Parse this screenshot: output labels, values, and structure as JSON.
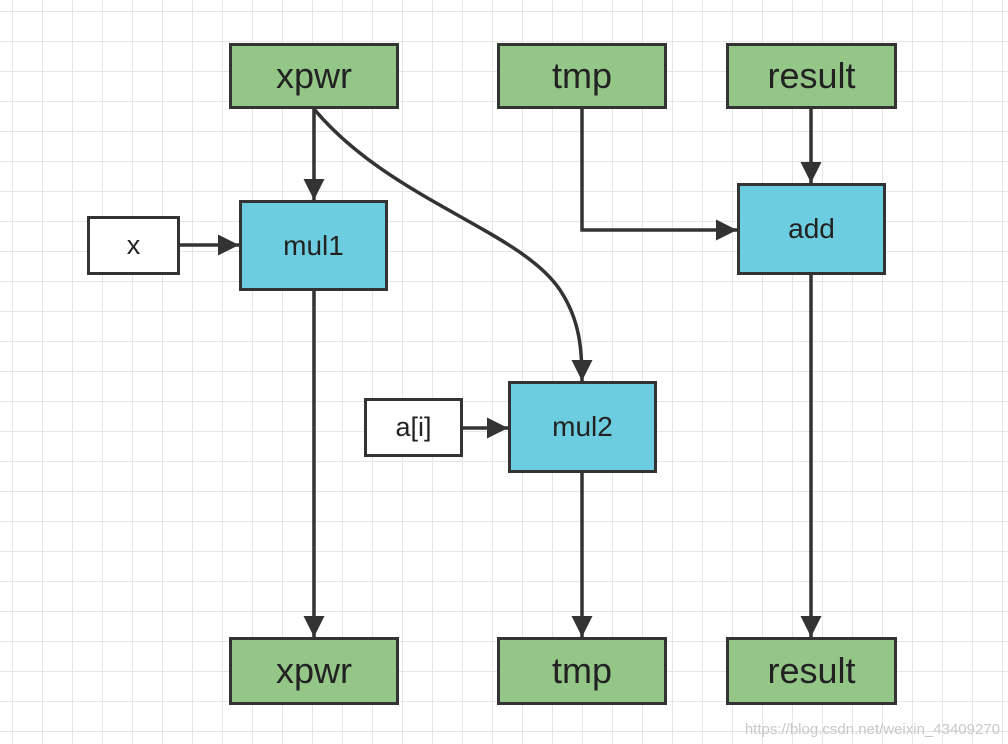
{
  "colors": {
    "variable_fill": "#94c688",
    "operation_fill": "#6dcde0",
    "input_fill": "#ffffff",
    "stroke": "#333333",
    "grid": "#e6e6e6"
  },
  "nodes": {
    "xpwr_in": "xpwr",
    "tmp_in": "tmp",
    "result_in": "result",
    "x_input": "x",
    "mul1": "mul1",
    "add": "add",
    "a_i_input": "a[i]",
    "mul2": "mul2",
    "xpwr_out": "xpwr",
    "tmp_out": "tmp",
    "result_out": "result"
  },
  "edges": [
    {
      "from": "xpwr_in",
      "to": "mul1"
    },
    {
      "from": "xpwr_in",
      "to": "mul2"
    },
    {
      "from": "x_input",
      "to": "mul1"
    },
    {
      "from": "a_i_input",
      "to": "mul2"
    },
    {
      "from": "tmp_in",
      "to": "add"
    },
    {
      "from": "result_in",
      "to": "add"
    },
    {
      "from": "mul1",
      "to": "xpwr_out"
    },
    {
      "from": "mul2",
      "to": "tmp_out"
    },
    {
      "from": "add",
      "to": "result_out"
    }
  ],
  "watermark": "https://blog.csdn.net/weixin_43409270"
}
